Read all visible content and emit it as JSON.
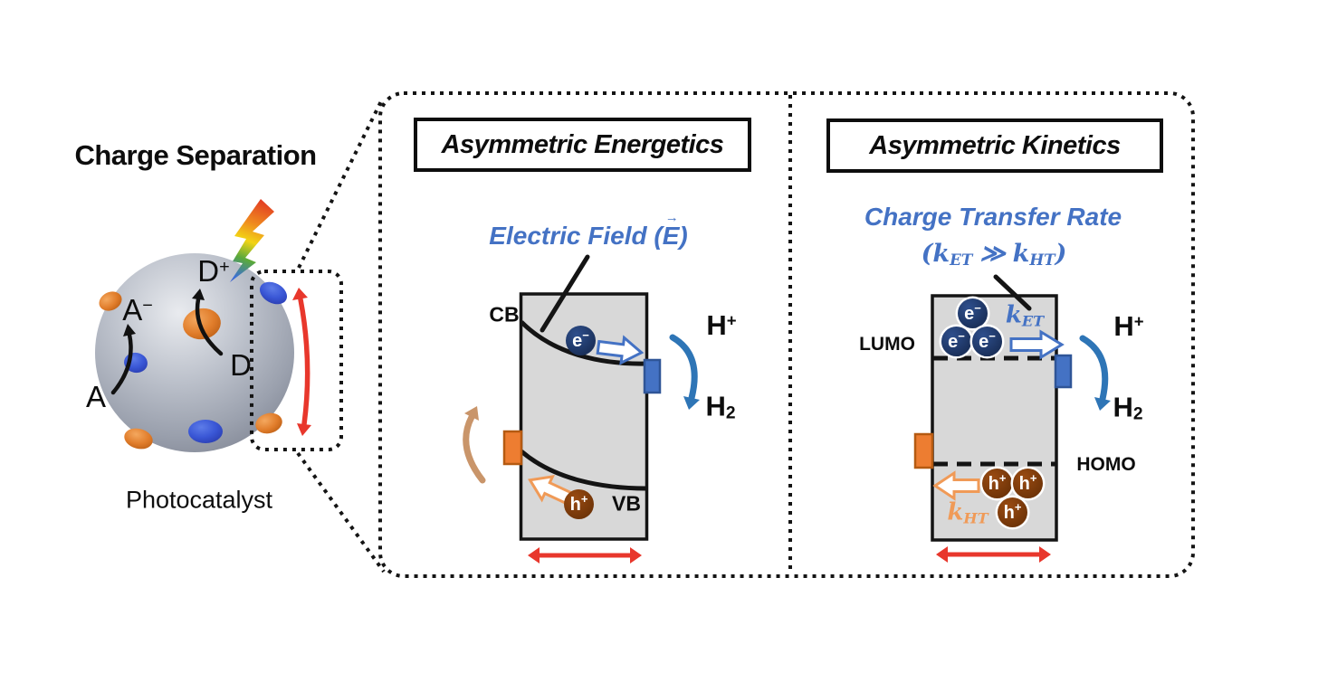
{
  "colors": {
    "panel_border": "#141414",
    "band_fill": "#d8d8d8",
    "electron_navy": "#1f3864",
    "hole_brown": "#7e3a0d",
    "electron_accent_blue": "#4472c4",
    "hole_accent_orange": "#ed7d31",
    "reaction_arrow_blue": "#2e75b6",
    "oxidation_arrow_tan": "#c9956a",
    "vibration_arrow_red": "#e8372c",
    "label_blue": "#4472c4",
    "kht_label_orange": "#f09a57"
  },
  "left": {
    "title": "Charge Separation",
    "caption": "Photocatalyst",
    "labels": {
      "reduced_acceptor": {
        "base": "A",
        "sup": "−"
      },
      "oxidized_donor": {
        "base": "D",
        "sup": "+"
      },
      "acceptor": "A",
      "donor": "D"
    }
  },
  "panels": {
    "energetics": {
      "title": "Asymmetric Energetics",
      "subtitle": {
        "prefix": "Electric Field (",
        "symbol": "E",
        "vector_arrow": "→",
        "suffix": ")"
      },
      "bands": {
        "cb": "CB",
        "vb": "VB"
      },
      "products": {
        "proton": {
          "base": "H",
          "sup": "+"
        },
        "hydrogen": {
          "base": "H",
          "sub": "2"
        }
      }
    },
    "kinetics": {
      "title": "Asymmetric Kinetics",
      "subtitle_line1": "Charge Transfer Rate",
      "subtitle_line2": {
        "open": "(",
        "k1": "k",
        "k1_sub": "ET",
        "relation": "≫",
        "k2": "k",
        "k2_sub": "HT",
        "close": ")"
      },
      "orbitals": {
        "lumo": "LUMO",
        "homo": "HOMO"
      },
      "rates": {
        "ket": {
          "base": "k",
          "sub": "ET"
        },
        "kht": {
          "base": "k",
          "sub": "HT"
        }
      },
      "products": {
        "proton": {
          "base": "H",
          "sup": "+"
        },
        "hydrogen": {
          "base": "H",
          "sub": "2"
        }
      }
    }
  },
  "particles": {
    "electron": {
      "base": "e",
      "sup": "−"
    },
    "hole": {
      "base": "h",
      "sup": "+"
    }
  }
}
